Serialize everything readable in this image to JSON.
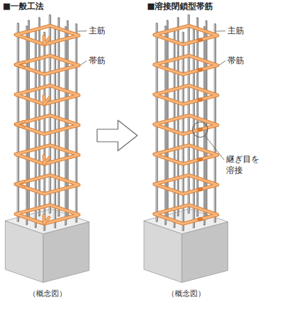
{
  "diagram": {
    "labels": [
      "■一般工法",
      "■溶接閉鎖型帯筋",
      "主筋",
      "帯筋",
      "主筋",
      "帯筋",
      "継ぎ目を 溶接",
      "（概念図）",
      "（概念図）"
    ]
  }
}
